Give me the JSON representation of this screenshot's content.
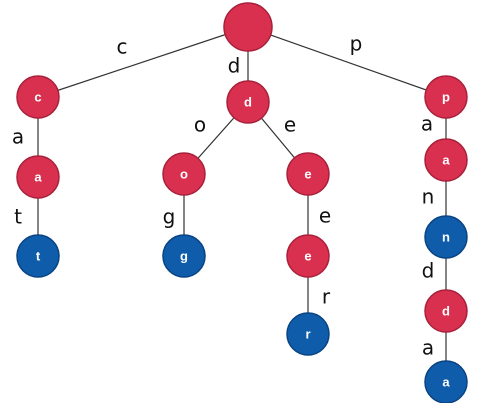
{
  "colors": {
    "internal_node": "#d9304f",
    "internal_node_stroke": "#a8213b",
    "leaf_node": "#0f5cab",
    "leaf_node_stroke": "#0a4482",
    "edge": "#333333"
  },
  "tree": {
    "nodes": [
      {
        "id": "root",
        "label": "",
        "kind": "internal"
      },
      {
        "id": "c",
        "label": "c",
        "kind": "internal"
      },
      {
        "id": "d",
        "label": "d",
        "kind": "internal"
      },
      {
        "id": "p",
        "label": "p",
        "kind": "internal"
      },
      {
        "id": "ca",
        "label": "a",
        "kind": "internal"
      },
      {
        "id": "cat",
        "label": "t",
        "kind": "leaf"
      },
      {
        "id": "do",
        "label": "o",
        "kind": "internal"
      },
      {
        "id": "dog",
        "label": "g",
        "kind": "leaf"
      },
      {
        "id": "de",
        "label": "e",
        "kind": "internal"
      },
      {
        "id": "dee",
        "label": "e",
        "kind": "internal"
      },
      {
        "id": "deer",
        "label": "r",
        "kind": "leaf"
      },
      {
        "id": "pa",
        "label": "a",
        "kind": "internal"
      },
      {
        "id": "pan",
        "label": "n",
        "kind": "leaf"
      },
      {
        "id": "pand",
        "label": "d",
        "kind": "internal"
      },
      {
        "id": "panda",
        "label": "a",
        "kind": "leaf"
      }
    ],
    "edges": [
      {
        "from": "root",
        "to": "c",
        "label": "c"
      },
      {
        "from": "root",
        "to": "d",
        "label": "d"
      },
      {
        "from": "root",
        "to": "p",
        "label": "p"
      },
      {
        "from": "c",
        "to": "ca",
        "label": "a"
      },
      {
        "from": "ca",
        "to": "cat",
        "label": "t"
      },
      {
        "from": "d",
        "to": "do",
        "label": "o"
      },
      {
        "from": "do",
        "to": "dog",
        "label": "g"
      },
      {
        "from": "d",
        "to": "de",
        "label": "e"
      },
      {
        "from": "de",
        "to": "dee",
        "label": "e"
      },
      {
        "from": "dee",
        "to": "deer",
        "label": "r"
      },
      {
        "from": "p",
        "to": "pa",
        "label": "a"
      },
      {
        "from": "pa",
        "to": "pan",
        "label": "n"
      },
      {
        "from": "pan",
        "to": "pand",
        "label": "d"
      },
      {
        "from": "pand",
        "to": "panda",
        "label": "a"
      }
    ]
  }
}
